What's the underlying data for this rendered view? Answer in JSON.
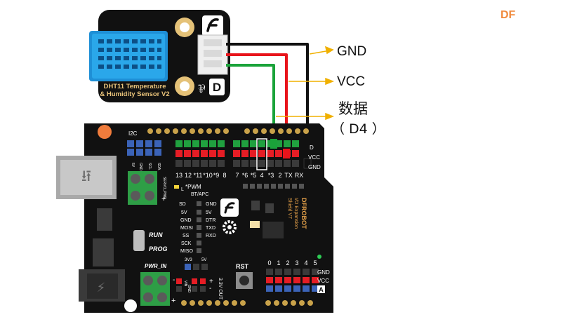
{
  "watermark": "DF",
  "sensor": {
    "label_line1": "DHT11 Temperature",
    "label_line2": "& Humidity Sensor V2",
    "type_letter": "D"
  },
  "wires": [
    {
      "label": "GND",
      "color": "#111111"
    },
    {
      "label": "VCC",
      "color": "#e8141b"
    },
    {
      "label": "数据",
      "color": "#1aa33a"
    }
  ],
  "data_pin_label": "（ D4 ）",
  "shield": {
    "model_text": "DFROBOT",
    "model_line2": "I/O Expansion",
    "model_line3": "Shield V7",
    "i2c_label": "I2C",
    "pin_numbers_top": [
      "13",
      "12",
      "*11",
      "*10",
      "*9",
      "8",
      "7",
      "*6",
      "*5",
      "4",
      "*3",
      "2",
      "TX",
      "RX"
    ],
    "vcc_label": "VCC",
    "gnd_label": "GND",
    "pwm_label": "*PWM",
    "bt_apc_label": "BT/APC",
    "l_label": "L",
    "servo_pwr_label": "SERVO_PWR",
    "spi_labels": [
      "SD",
      "5V",
      "GND",
      "MOSI",
      "SS",
      "SCK",
      "MISO"
    ],
    "bt_labels": [
      "GND",
      "5V",
      "DTR",
      "TXD",
      "RXD"
    ],
    "run_label": "RUN",
    "prog_label": "PROG",
    "pwr_in_label": "PWR_IN",
    "v3v3_label": "3V3",
    "v5v_label": "5V",
    "rst_label": "RST",
    "out_label": "3.3V OUT",
    "vin_label": "VIN",
    "gnd_small": "GND",
    "analog_numbers": [
      "0",
      "1",
      "2",
      "3",
      "4",
      "5"
    ],
    "analog_gnd": "GND",
    "analog_vcc": "VCC",
    "analog_a": "A",
    "i2c_pins": [
      "5V",
      "GND",
      "SCL",
      "SDA"
    ],
    "plus": "+",
    "minus": "-"
  }
}
